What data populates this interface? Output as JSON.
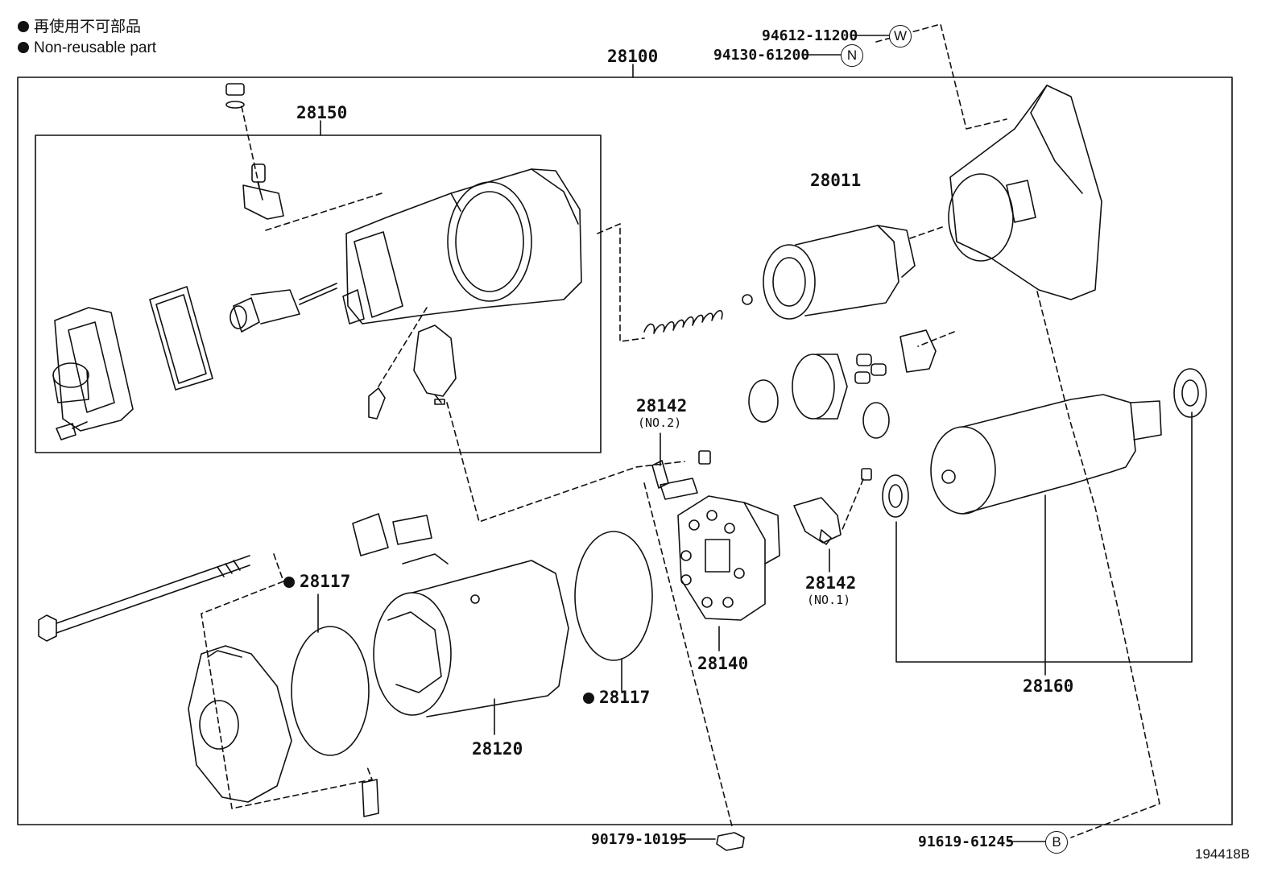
{
  "legend": [
    {
      "text": "再使用不可部品"
    },
    {
      "text": "Non-reusable part"
    }
  ],
  "labels": {
    "assembly": "28100",
    "solenoid": "28150",
    "clutch": "28011",
    "brush_spring_no2": "28142",
    "brush_spring_no2_sub": "(NO.2)",
    "brush_spring_no1": "28142",
    "brush_spring_no1_sub": "(NO.1)",
    "brush_holder": "28140",
    "armature": "28160",
    "yoke": "28120",
    "oring_left": "28117",
    "oring_right": "28117"
  },
  "callouts": {
    "w_part": "94612-11200",
    "w_tag": "W",
    "n_part": "94130-61200",
    "n_tag": "N",
    "bolt_part": "90179-10195",
    "b_part": "91619-61245",
    "b_tag": "B"
  },
  "figure_id": "194418B"
}
